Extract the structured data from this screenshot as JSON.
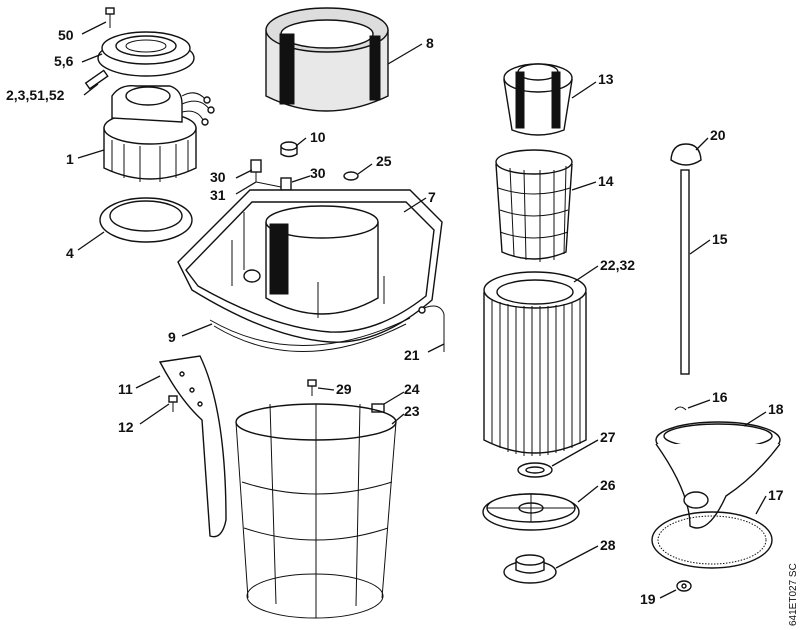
{
  "diagram": {
    "callouts": [
      {
        "id": "50",
        "label": "50"
      },
      {
        "id": "5-6",
        "label": "5,6"
      },
      {
        "id": "2-3-51-52",
        "label": "2,3,51,52"
      },
      {
        "id": "1",
        "label": "1"
      },
      {
        "id": "4",
        "label": "4"
      },
      {
        "id": "8",
        "label": "8"
      },
      {
        "id": "10",
        "label": "10"
      },
      {
        "id": "30a",
        "label": "30"
      },
      {
        "id": "30b",
        "label": "30"
      },
      {
        "id": "31",
        "label": "31"
      },
      {
        "id": "25",
        "label": "25"
      },
      {
        "id": "7",
        "label": "7"
      },
      {
        "id": "9",
        "label": "9"
      },
      {
        "id": "21",
        "label": "21"
      },
      {
        "id": "11",
        "label": "11"
      },
      {
        "id": "12",
        "label": "12"
      },
      {
        "id": "29",
        "label": "29"
      },
      {
        "id": "24",
        "label": "24"
      },
      {
        "id": "23",
        "label": "23"
      },
      {
        "id": "13",
        "label": "13"
      },
      {
        "id": "14",
        "label": "14"
      },
      {
        "id": "22-32",
        "label": "22,32"
      },
      {
        "id": "27",
        "label": "27"
      },
      {
        "id": "26",
        "label": "26"
      },
      {
        "id": "28",
        "label": "28"
      },
      {
        "id": "20",
        "label": "20"
      },
      {
        "id": "15",
        "label": "15"
      },
      {
        "id": "16",
        "label": "16"
      },
      {
        "id": "18",
        "label": "18"
      },
      {
        "id": "17",
        "label": "17"
      },
      {
        "id": "19",
        "label": "19"
      }
    ],
    "drawing_code": "641ET027 SC"
  }
}
